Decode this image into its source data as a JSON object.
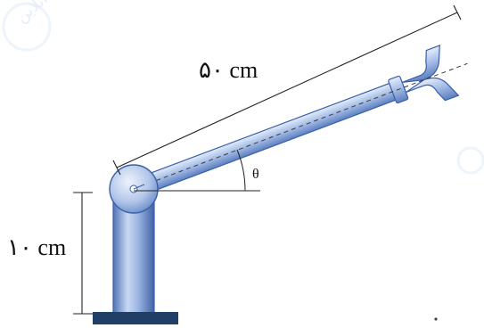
{
  "figure": {
    "arm_length_label": "۵۰ cm",
    "base_height_label": "۱۰ cm",
    "angle_label": "θ",
    "watermark": "انتخاب آنلاین"
  },
  "colors": {
    "arm_fill": "#9fb8e3",
    "arm_highlight": "#d9e5f8",
    "arm_outline": "#3b5fa8",
    "base_block": "#1f3f66",
    "dimension_line": "#222222",
    "dashed_axis": "#3a3a3a"
  }
}
